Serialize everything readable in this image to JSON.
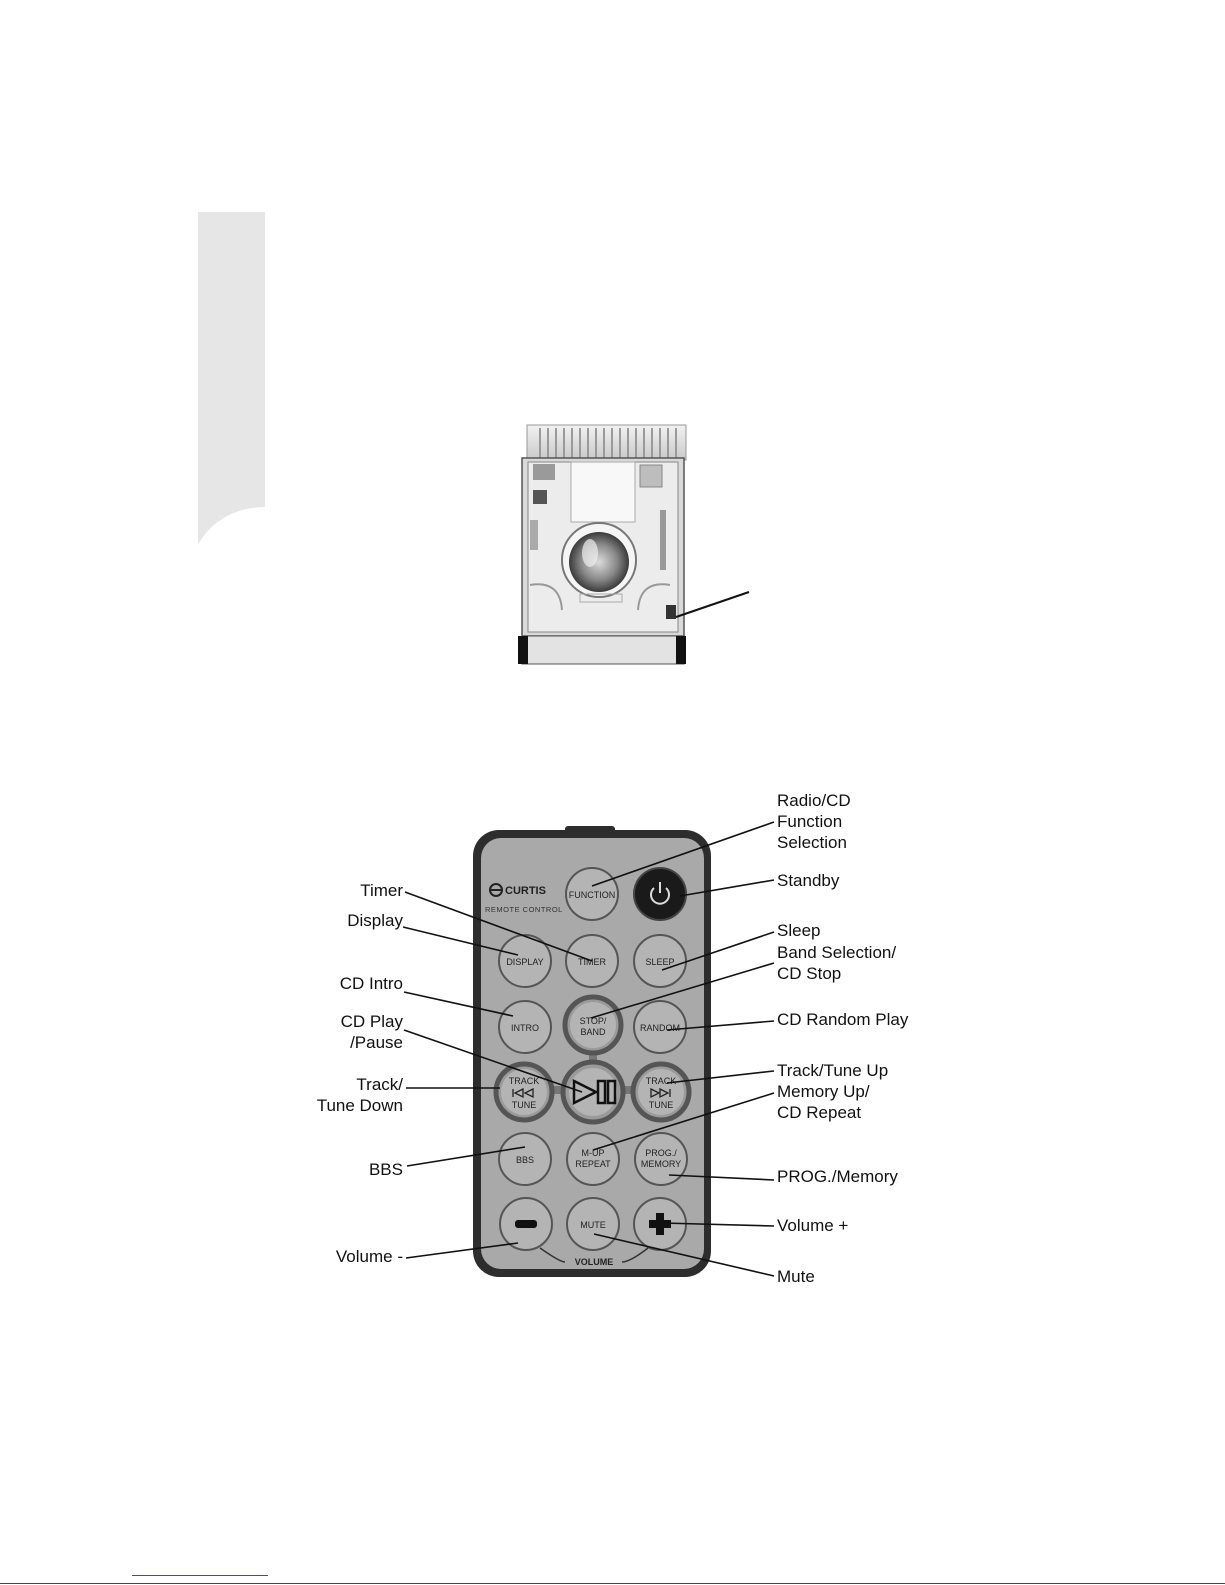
{
  "remote": {
    "brand": "CURTIS",
    "subtitle": "REMOTE CONTROL",
    "buttons": {
      "function": "FUNCTION",
      "display": "DISPLAY",
      "timer": "TIMER",
      "sleep": "SLEEP",
      "intro": "INTRO",
      "stop_band": [
        "STOP/",
        "BAND"
      ],
      "random": "RANDOM",
      "track_down": [
        "TRACK",
        "TUNE"
      ],
      "track_up": [
        "TRACK",
        "TUNE"
      ],
      "bbs": "BBS",
      "m_up_repeat": [
        "M-UP",
        "REPEAT"
      ],
      "prog_memory": [
        "PROG./",
        "MEMORY"
      ],
      "mute": "MUTE",
      "volume": "VOLUME"
    }
  },
  "callouts_left": {
    "timer": "Timer",
    "display": "Display",
    "cd_intro": "CD Intro",
    "cd_play": "CD Play\n/Pause",
    "track_down": "Track/\nTune Down",
    "bbs": "BBS",
    "volume_minus": "Volume -"
  },
  "callouts_right": {
    "function": "Radio/CD\nFunction\nSelection",
    "standby": "Standby",
    "sleep": "Sleep",
    "band": "Band Selection/\nCD Stop",
    "random": "CD Random Play",
    "track_up": "Track/Tune Up",
    "memory_up": "Memory Up/\nCD Repeat",
    "prog": "PROG./Memory",
    "volume_plus": "Volume +",
    "mute": "Mute"
  }
}
